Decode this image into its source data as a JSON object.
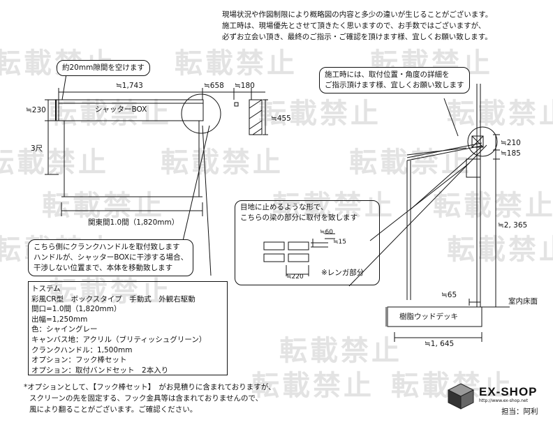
{
  "watermark": "転載禁止",
  "header_notes": [
    "現場状況や作図制限により概略図の内容と多少の違いが生じることがございます。",
    "施工時は、現場優先とさせて頂きたく思いますので、お手数ではございますが、",
    "必ずお立会い頂き、最終のご指示・ご確認を頂けます様、宜しくお願い致します。"
  ],
  "left_view": {
    "gap_callout": "約20mm隙間を空けます",
    "dim_1743": "≒1,743",
    "dim_658": "≒658",
    "dim_180": "≒180",
    "dim_230": "≒230",
    "dim_455": "≒455",
    "height_label": "3尺",
    "box_label": "シャッターBOX",
    "span_label": "関東間1.0間（1,820mm）"
  },
  "crank_note": [
    "こちら側にクランクハンドルを取付致します",
    "ハンドルが、シャッターBOXに干渉する場合、",
    "干渉しない位置まで、本体を移動致します"
  ],
  "mount_note": [
    "施工時には、取付位置・角度の詳細を",
    "ご指示頂けます様、宜しくお願い致します"
  ],
  "right_view": {
    "dim_210": "≒210",
    "dim_185": "≒185",
    "dim_2365": "≒2, 365",
    "dim_65": "≒65",
    "floor_label": "室内床面",
    "deck_label": "樹脂ウッドデッキ",
    "dim_1645": "≒1, 645"
  },
  "brick_note": {
    "lines": [
      "目地に止めるような形で、",
      "こちらの梁の部分に取付を致します"
    ],
    "dim_60": "≒60",
    "dim_15": "≒15",
    "dim_220": "≒220",
    "brick_label": "※レンガ部分"
  },
  "spec": [
    "トステム",
    "彩風CR型　ボックスタイプ　手動式　外観右駆動",
    "間口=1.0間（1,820mm）",
    "出幅=1,250mm",
    "色：シャイングレー",
    "キャンバス地：アクリル（ブリティッシュグリーン）",
    "クランクハンドル：1,500mm",
    "オプション：フック棒セット",
    "オプション：取付バンドセット　2本入り"
  ],
  "footer_notes": [
    "*オプションとして、【フック棒セット】　がお見積りに含まれておりますが、",
    "スクリーンの先を固定する、フック金具等は含まれておりませんので、",
    "風により翻ることがございます。ご確認ください。"
  ],
  "logo": {
    "brand": "EX-SHOP",
    "url": "http://www.ex-shop.net",
    "staff": "担当：阿利"
  }
}
